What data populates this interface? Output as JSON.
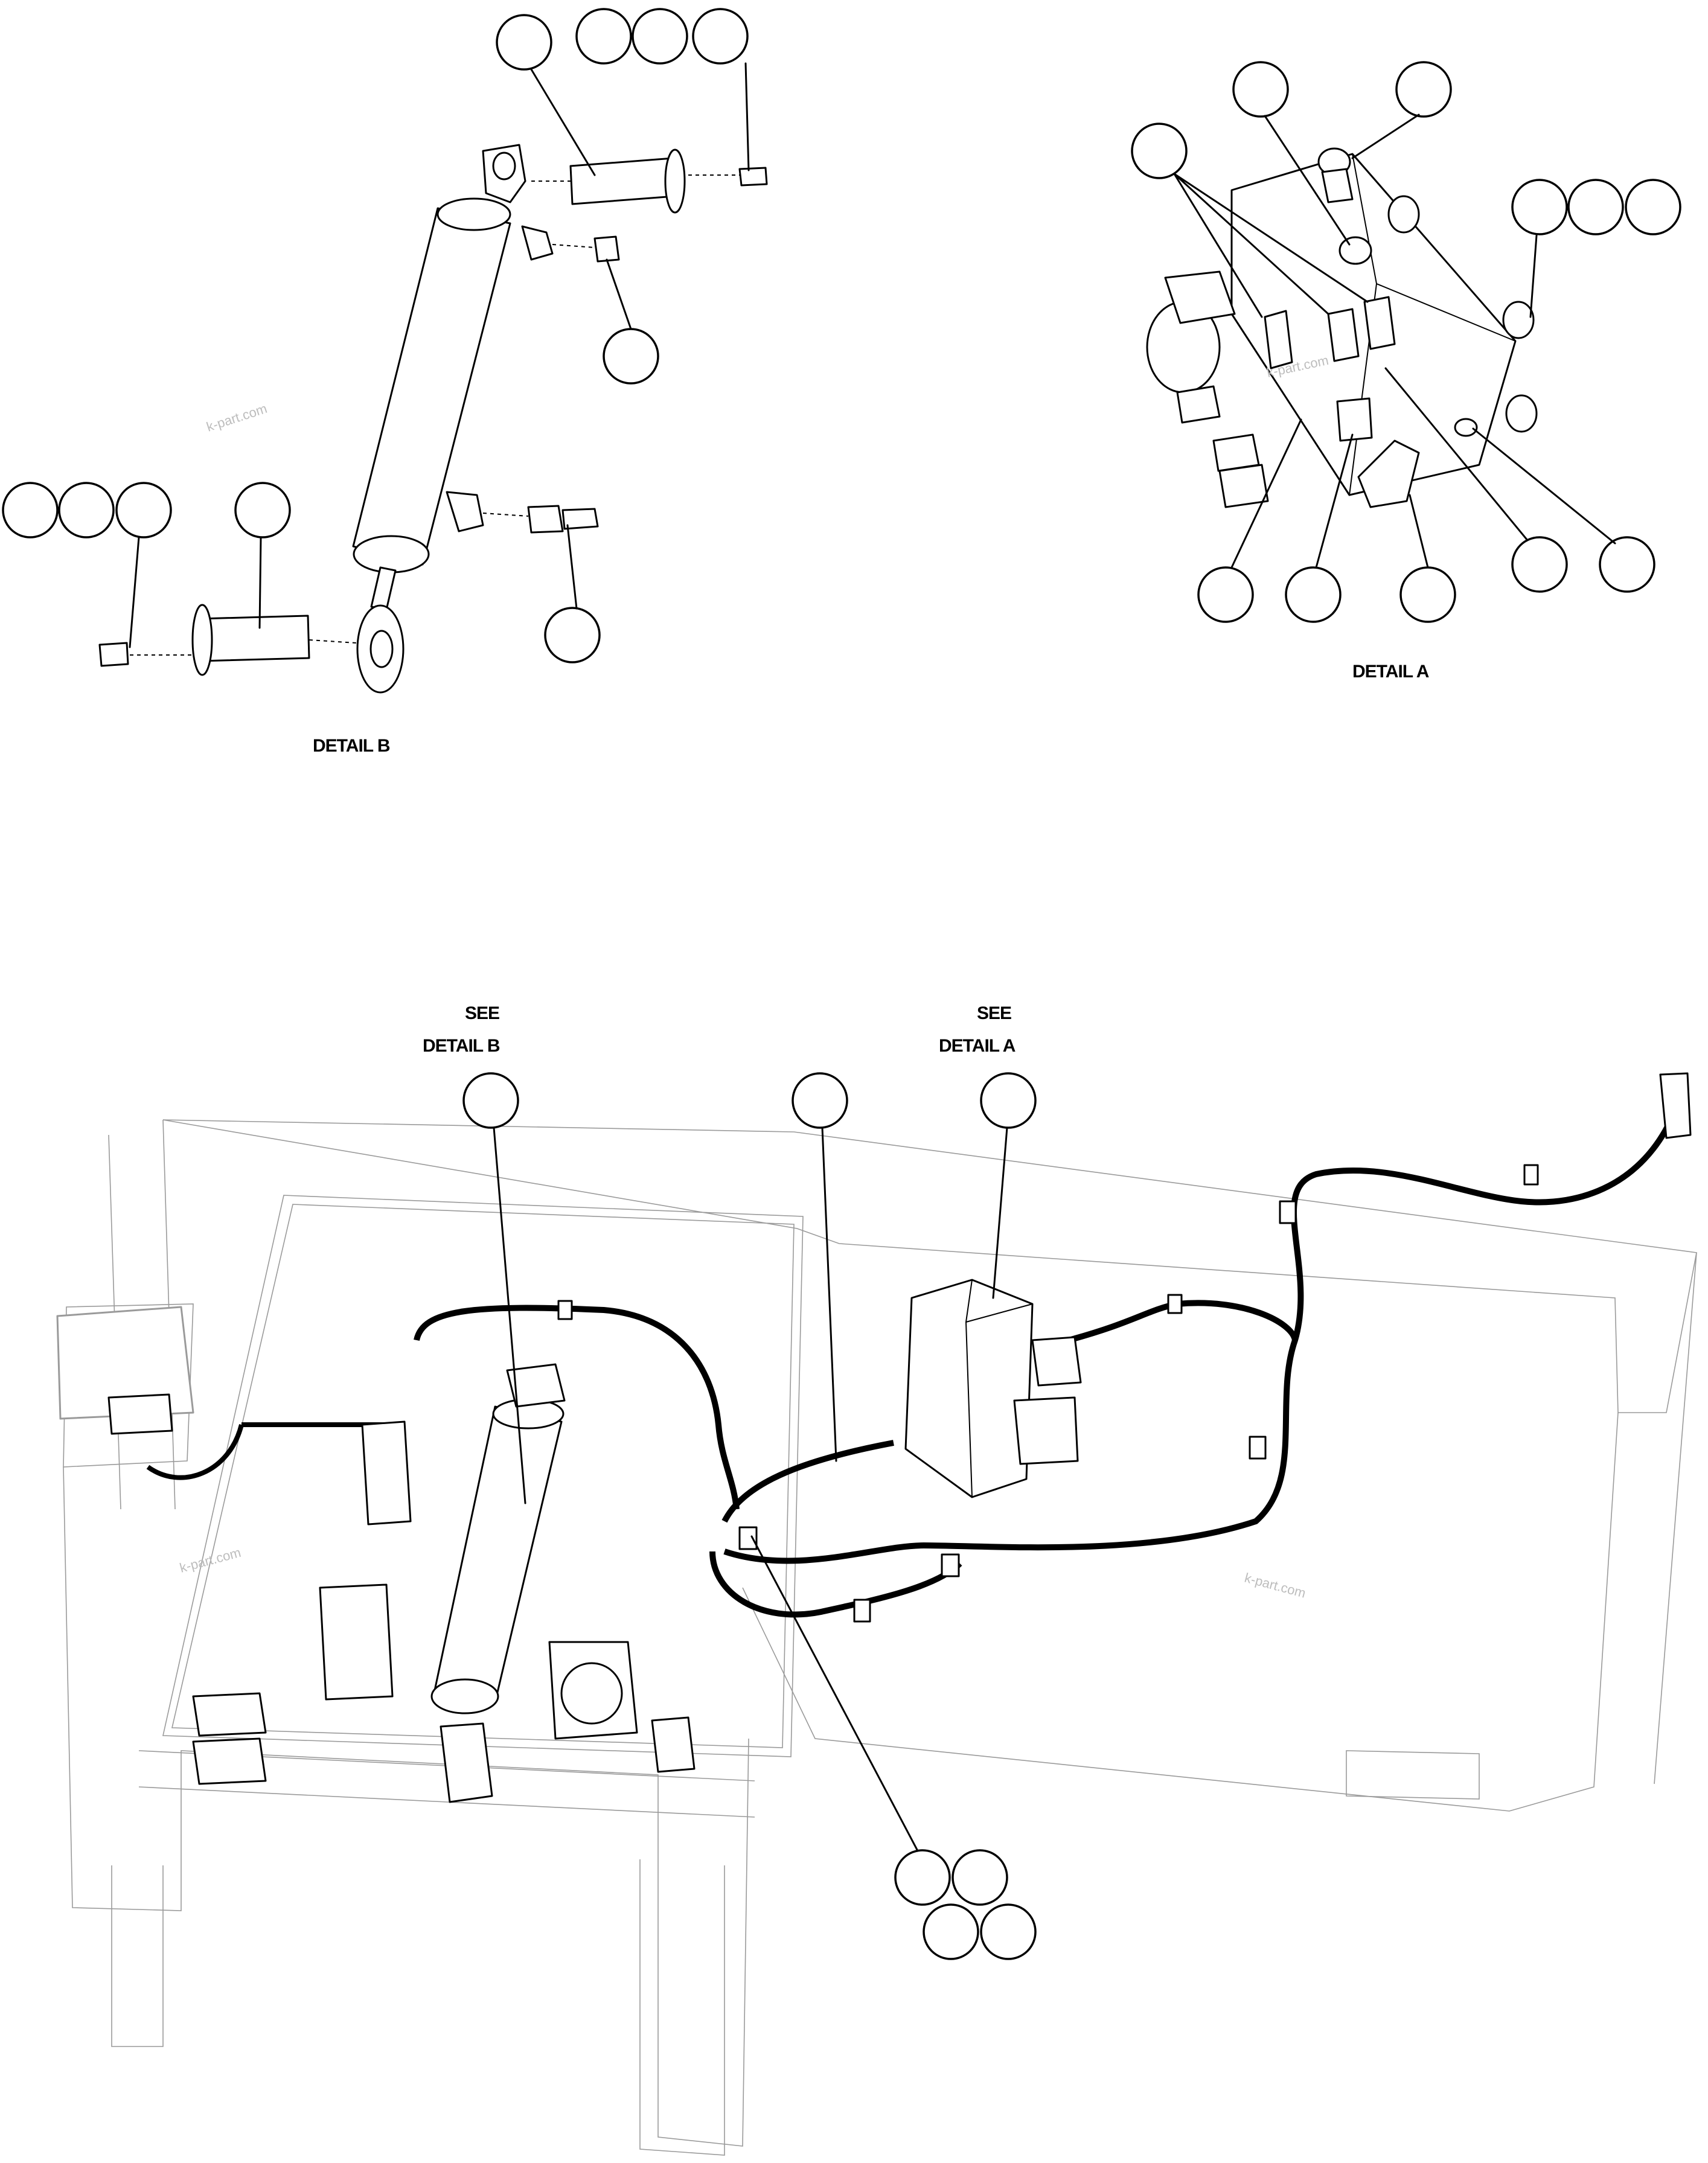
{
  "labels": {
    "detail_a": "DETAIL A",
    "detail_b": "DETAIL B",
    "see": "SEE",
    "see_detail_a": "DETAIL A",
    "see_detail_b": "DETAIL B"
  },
  "watermark": "k-part.com",
  "diagram": {
    "style": "exploded line drawing",
    "callout_shape": "empty-circle",
    "colors": {
      "ink": "#000000",
      "ghost": "#9a9a9a",
      "background": "#ffffff"
    }
  }
}
